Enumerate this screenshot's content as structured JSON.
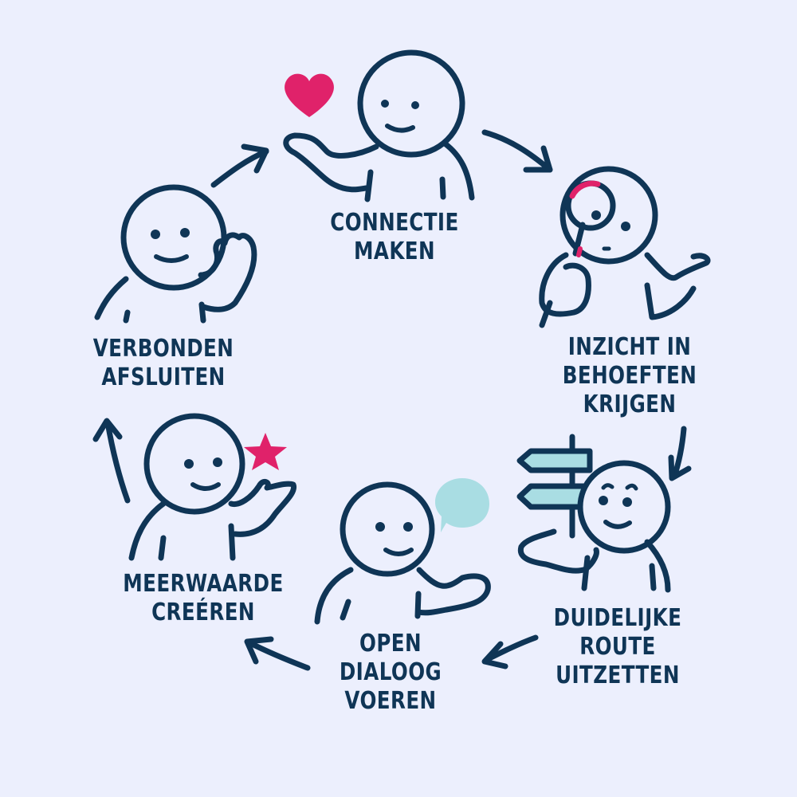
{
  "diagram": {
    "type": "cycle",
    "background": "#ECEFFD",
    "colors": {
      "ink": "#0F3556",
      "accent_pink": "#E0226A",
      "accent_teal": "#A9DDE3"
    },
    "steps": [
      {
        "lines": [
          "CONNECTIE",
          "MAKEN"
        ],
        "icon": "heart-icon"
      },
      {
        "lines": [
          "INZICHT IN",
          "BEHOEFTEN",
          "KRIJGEN"
        ],
        "icon": "magnifier-icon"
      },
      {
        "lines": [
          "DUIDELIJKE",
          "ROUTE",
          "UITZETTEN"
        ],
        "icon": "signpost-icon"
      },
      {
        "lines": [
          "OPEN",
          "DIALOOG",
          "VOEREN"
        ],
        "icon": "speech-bubble-icon"
      },
      {
        "lines": [
          "MEERWAARDE",
          "CREÉREN"
        ],
        "icon": "star-icon"
      },
      {
        "lines": [
          "VERBONDEN",
          "AFSLUITEN"
        ],
        "icon": "wave-hand-icon"
      }
    ]
  }
}
